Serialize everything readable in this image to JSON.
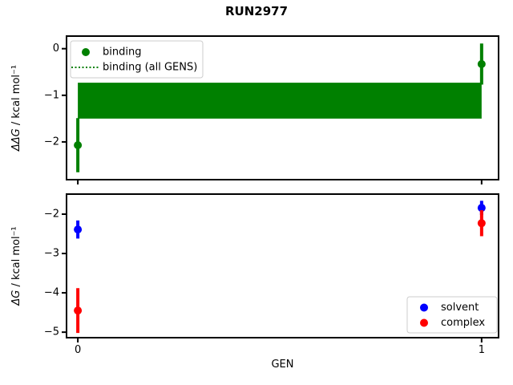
{
  "figure": {
    "title": "RUN2977",
    "xlabel": "GEN"
  },
  "colors": {
    "binding": "#008000",
    "solvent": "#0000ff",
    "complex": "#ff0000",
    "spine": "#000000",
    "legend_border": "#cccccc",
    "background": "#ffffff"
  },
  "chart_data": [
    {
      "type": "scatter",
      "subplot": "top",
      "ylabel": "ΔΔG / kcal mol⁻¹",
      "xlim": [
        -0.028,
        1.042
      ],
      "ylim": [
        -2.81,
        0.27
      ],
      "yticks": [
        0,
        -1,
        -2
      ],
      "xticks": [
        0,
        1
      ],
      "xticklabels": [
        "",
        ""
      ],
      "grid": false,
      "band": {
        "name": "binding (all GENS)",
        "x": [
          0,
          1
        ],
        "low": -1.5,
        "high": -0.73,
        "color": "#008000"
      },
      "series": [
        {
          "name": "binding",
          "color": "#008000",
          "marker": "circle",
          "x": [
            0,
            1
          ],
          "y": [
            -2.07,
            -0.33
          ],
          "yerr": [
            0.58,
            0.44
          ]
        }
      ],
      "legend": {
        "position": "upper-left",
        "entries": [
          {
            "label": "binding",
            "glyph": "dot",
            "color": "#008000"
          },
          {
            "label": "binding (all GENS)",
            "glyph": "dotted-line",
            "color": "#008000"
          }
        ]
      }
    },
    {
      "type": "scatter",
      "subplot": "bottom",
      "ylabel": "ΔG / kcal mol⁻¹",
      "xlim": [
        -0.028,
        1.042
      ],
      "ylim": [
        -5.14,
        -1.49
      ],
      "yticks": [
        -2,
        -3,
        -4,
        -5
      ],
      "xticks": [
        0,
        1
      ],
      "xticklabels": [
        "0",
        "1"
      ],
      "grid": false,
      "series": [
        {
          "name": "solvent",
          "color": "#0000ff",
          "marker": "circle",
          "x": [
            0,
            1
          ],
          "y": [
            -2.39,
            -1.84
          ],
          "yerr": [
            0.23,
            0.18
          ]
        },
        {
          "name": "complex",
          "color": "#ff0000",
          "marker": "circle",
          "x": [
            0,
            1
          ],
          "y": [
            -4.45,
            -2.23
          ],
          "yerr": [
            0.57,
            0.33
          ]
        }
      ],
      "legend": {
        "position": "lower-right",
        "entries": [
          {
            "label": "solvent",
            "glyph": "dot",
            "color": "#0000ff"
          },
          {
            "label": "complex",
            "glyph": "dot",
            "color": "#ff0000"
          }
        ]
      }
    }
  ]
}
